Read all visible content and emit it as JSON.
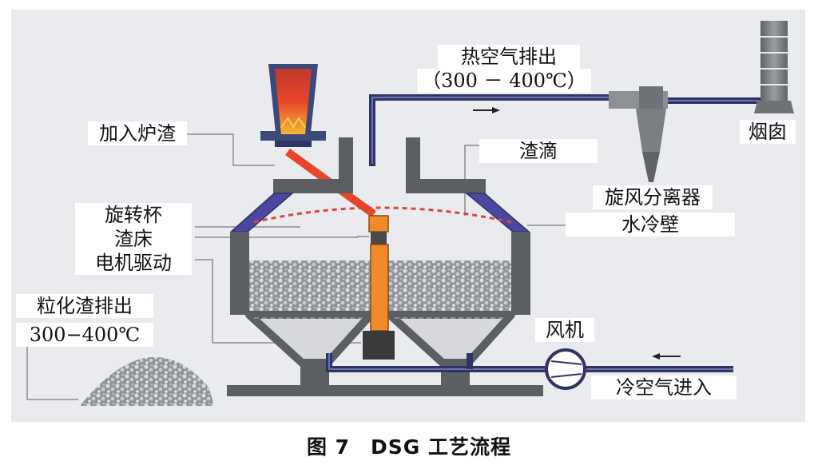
{
  "labels": {
    "hot_air_exhaust": "热空气排出",
    "hot_air_temp": "（300 － 400℃）",
    "add_slag": "加入炉渣",
    "slag_droplets": "渣滴",
    "chimney": "烟囱",
    "rotary_cup": "旋转杯",
    "slag_bed": "渣床",
    "motor_drive": "电机驱动",
    "cyclone_separator": "旋风分离器",
    "water_cooled_wall": "水冷壁",
    "granulated_slag_discharge": "粒化渣排出",
    "granulated_slag_temp": "300−400℃",
    "fan": "风机",
    "cold_air_inlet": "冷空气进入"
  },
  "caption": "图 7　DSG 工艺流程",
  "colors": {
    "panel": "#e9ebee",
    "steel": "#5b5e63",
    "pipe": "#2e3566",
    "water_wall": "#4b47a3",
    "slag_stream": "#e8452a",
    "rotary_cup": "#f08a2a",
    "motor": "#3a3a3a"
  }
}
